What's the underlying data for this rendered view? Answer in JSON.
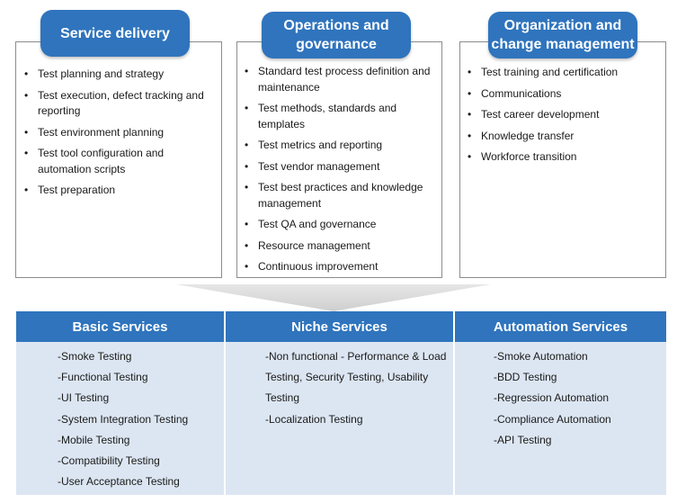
{
  "columns": [
    {
      "title": "Service delivery",
      "items": [
        "Test planning and strategy",
        "Test execution, defect tracking and reporting",
        "Test environment planning",
        "Test tool configuration and automation scripts",
        "Test preparation"
      ]
    },
    {
      "title": "Operations and\ngovernance",
      "items": [
        "Standard test process definition and maintenance",
        "Test methods, standards and templates",
        "Test metrics and reporting",
        "Test vendor management",
        "Test best practices and knowledge management",
        "Test QA and governance",
        "Resource management",
        "Continuous improvement"
      ]
    },
    {
      "title": "Organization and\nchange management",
      "items": [
        "Test training and certification",
        "Communications",
        "Test career development",
        "Knowledge transfer",
        "Workforce transition"
      ]
    }
  ],
  "services": [
    {
      "title": "Basic Services",
      "items": [
        "-Smoke Testing",
        "-Functional Testing",
        "-UI Testing",
        "-System Integration Testing",
        "-Mobile Testing",
        "-Compatibility Testing",
        "-User Acceptance Testing"
      ]
    },
    {
      "title": "Niche Services",
      "items": [
        "-Non functional - Performance & Load Testing, Security Testing, Usability Testing",
        "-Localization Testing"
      ]
    },
    {
      "title": "Automation Services",
      "items": [
        "-Smoke Automation",
        "-BDD Testing",
        "-Regression Automation",
        "-Compliance Automation",
        "-API Testing"
      ]
    }
  ],
  "colors": {
    "accent": "#2f74bd",
    "panel": "#dce6f2",
    "border": "#8c8c8c",
    "arrow": "#d9d9d9"
  }
}
